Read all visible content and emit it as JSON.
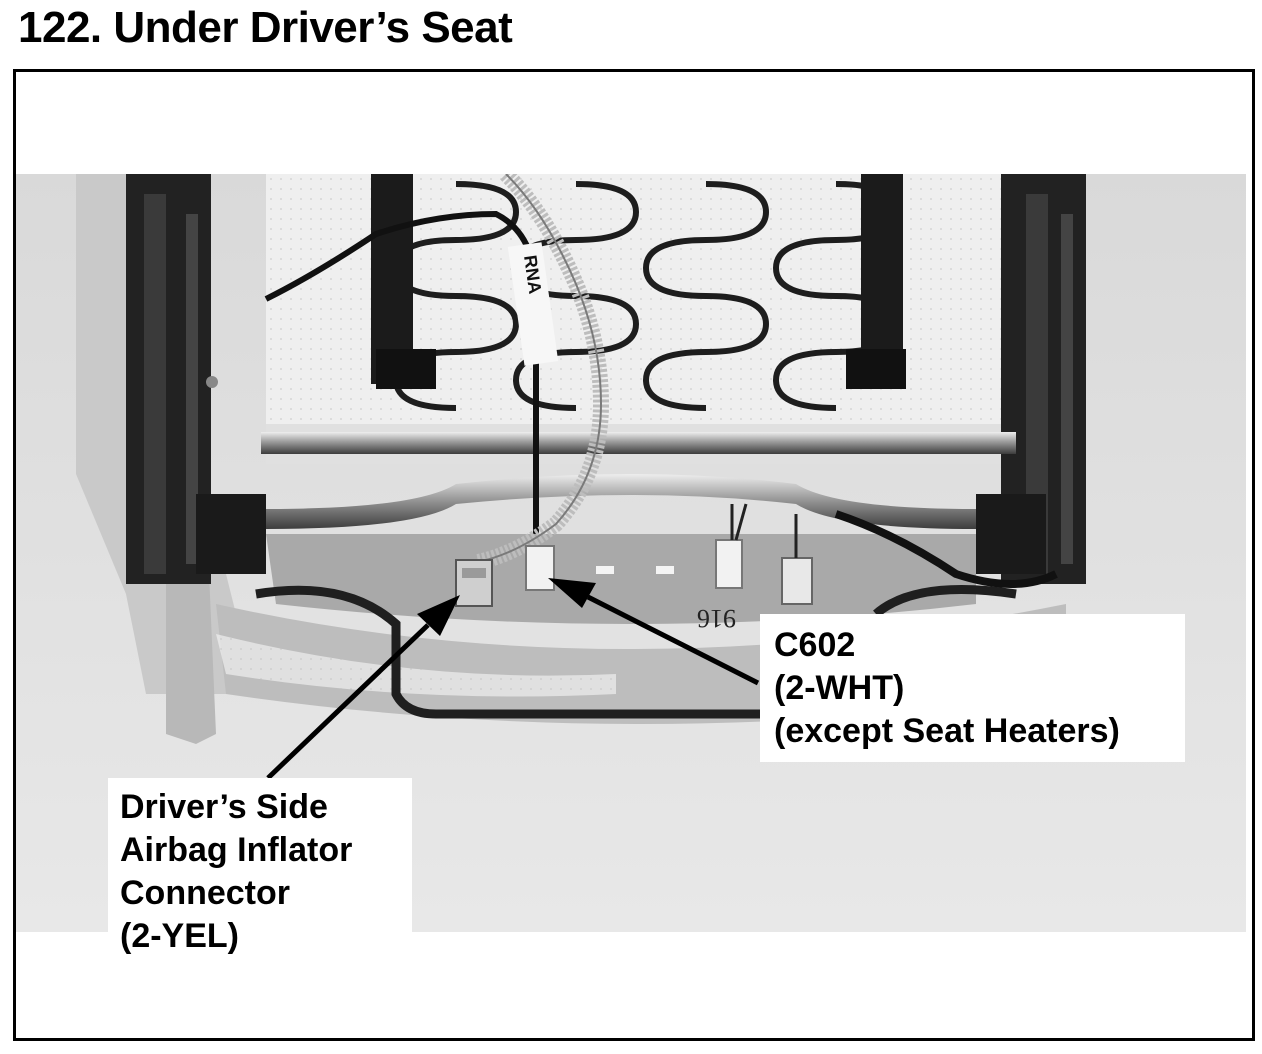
{
  "page": {
    "title": "122. Under Driver’s Seat"
  },
  "photo": {
    "labels": [
      "RNA"
    ],
    "handwriting": "916"
  },
  "callouts": {
    "c602": {
      "lines": [
        "C602",
        "(2-WHT)",
        "(except Seat Heaters)"
      ]
    },
    "airbag": {
      "lines": [
        "Driver’s Side",
        "Airbag Inflator",
        "Connector",
        "(2-YEL)"
      ]
    }
  }
}
